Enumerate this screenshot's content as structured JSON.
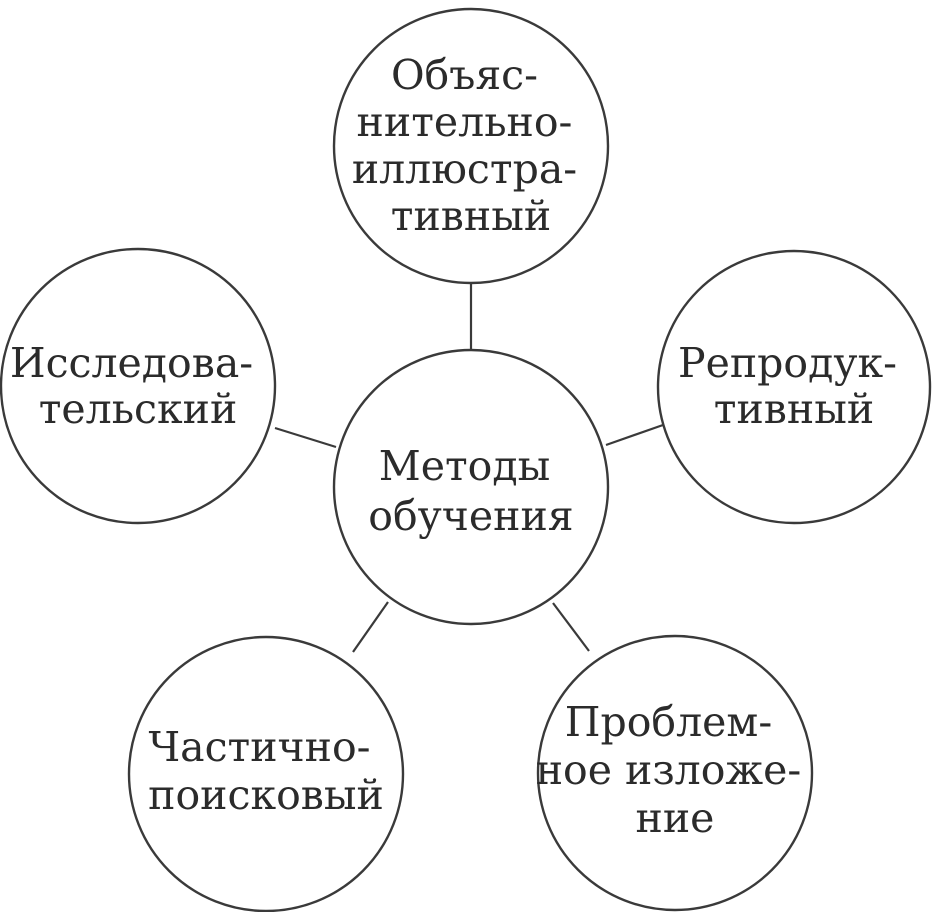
{
  "diagram": {
    "center": {
      "lines": [
        "Методы",
        "обучения"
      ]
    },
    "nodes": [
      {
        "id": "explanatory",
        "lines": [
          "Объяс-",
          "нительно-",
          "иллюстра-",
          "тивный"
        ]
      },
      {
        "id": "research",
        "lines": [
          "Исследова-",
          "тельский"
        ]
      },
      {
        "id": "reproductive",
        "lines": [
          "Репродук-",
          "тивный"
        ]
      },
      {
        "id": "partial-search",
        "lines": [
          "Частично-",
          "поисковый"
        ]
      },
      {
        "id": "problem-presentation",
        "lines": [
          "Проблем-",
          "ное изложе-",
          "ние"
        ]
      }
    ]
  }
}
